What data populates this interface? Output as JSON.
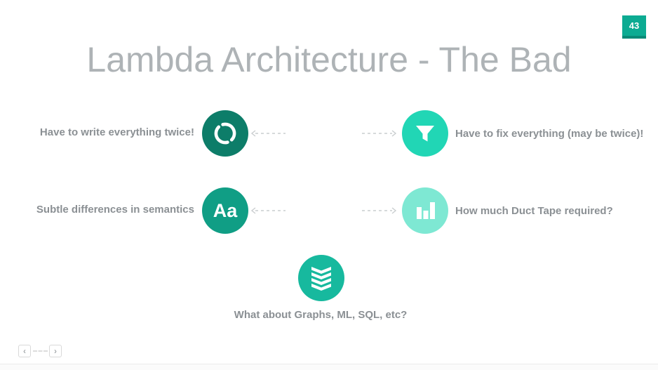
{
  "slide": {
    "title": "Lambda Architecture - The Bad",
    "page_badge": {
      "number": "43",
      "color": "#0cab92",
      "border_color": "#0a8a77"
    }
  },
  "features": [
    {
      "label": "Have to write everything twice!",
      "icon": "refresh-icon",
      "color": "#0d7d69"
    },
    {
      "label": "Have to fix everything (may be twice)!",
      "icon": "filter-icon",
      "color": "#21d6b5"
    },
    {
      "label": "Subtle differences in semantics",
      "icon": "font-case-icon",
      "color": "#109e85",
      "glyph": "Aa"
    },
    {
      "label": "How much Duct Tape required?",
      "icon": "bar-chart-icon",
      "color": "#7ee8d3"
    },
    {
      "label": "What about Graphs, ML, SQL, etc?",
      "icon": "layers-icon",
      "color": "#17b99e"
    }
  ],
  "nav": {
    "prev_label": "‹",
    "next_label": "›"
  },
  "colors": {
    "title": "#aeb3b6",
    "label": "#8b9094",
    "dash": "#c9cdcf"
  }
}
